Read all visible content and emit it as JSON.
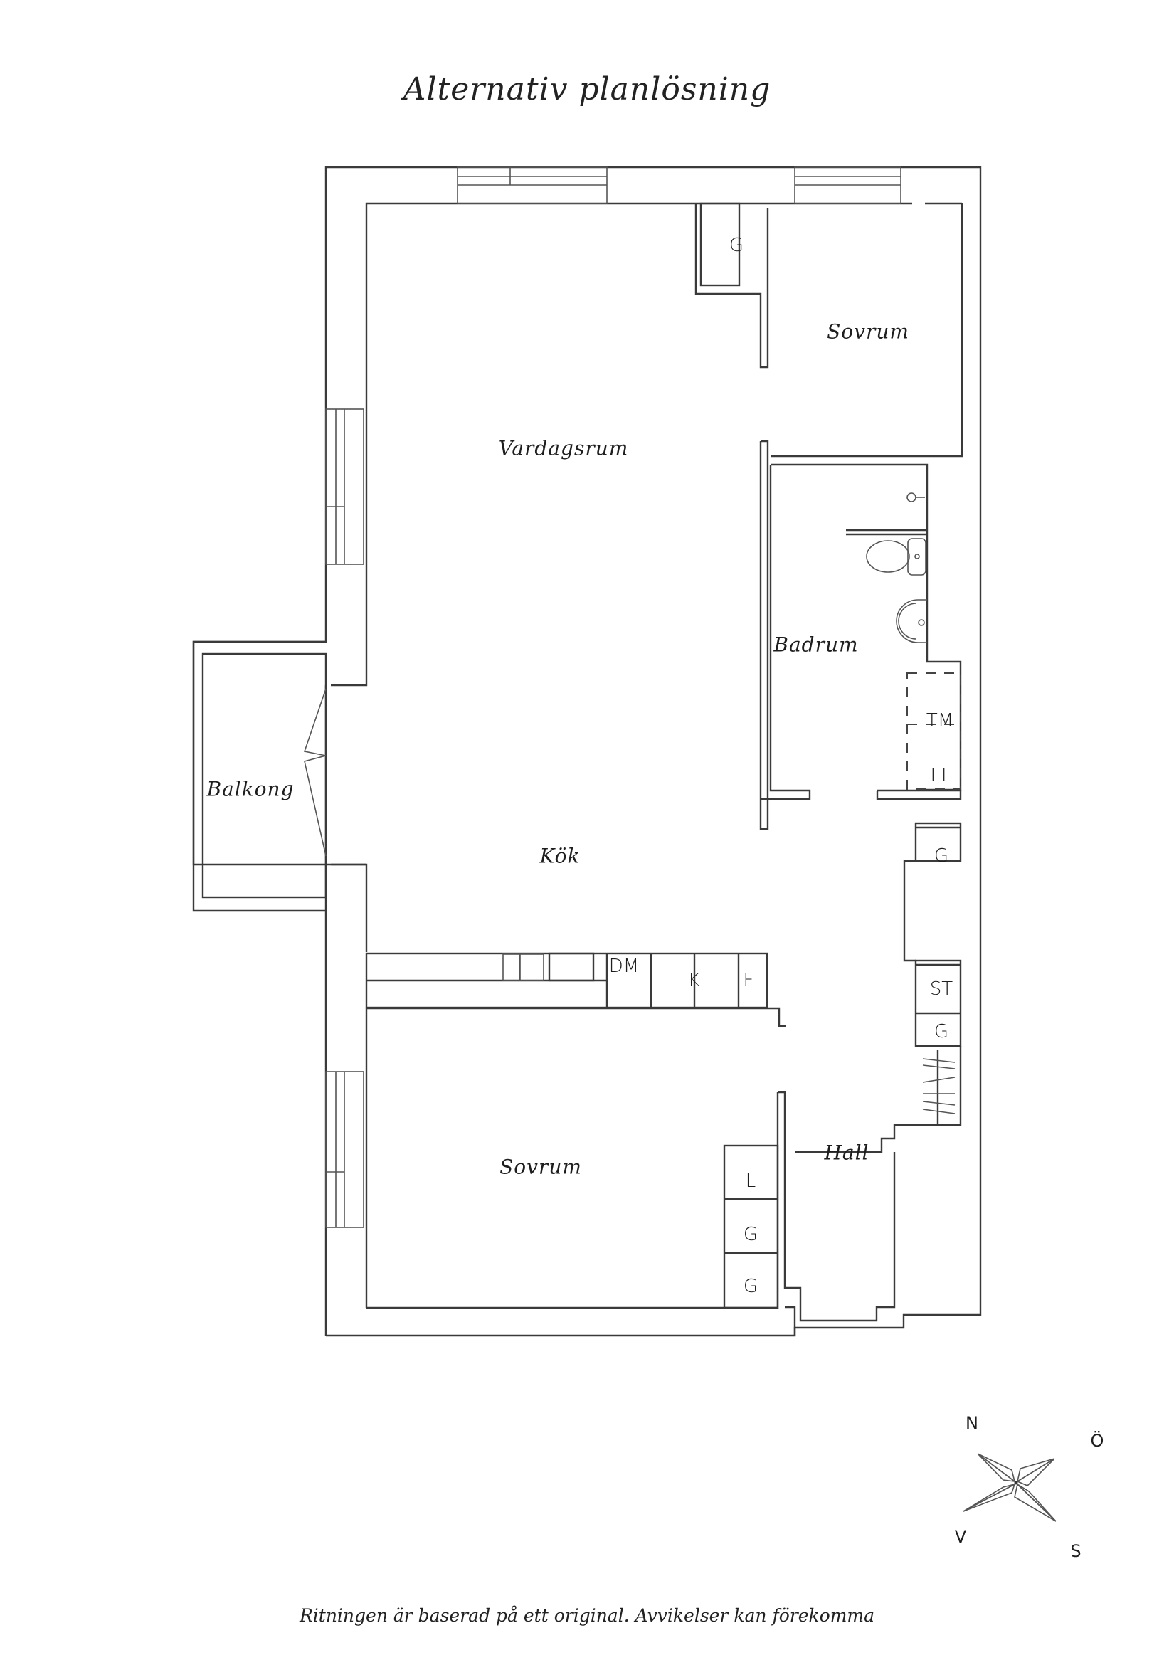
{
  "title": "Alternativ planlösning",
  "caption": "Ritningen är baserad på ett original. Avvikelser kan förekomma",
  "rooms": {
    "vardagsrum": "Vardagsrum",
    "sovrum_upper": "Sovrum",
    "badrum": "Badrum",
    "balkong": "Balkong",
    "kok": "Kök",
    "sovrum_lower": "Sovrum",
    "hall": "Hall"
  },
  "fixtures": {
    "g_upper": "G",
    "tm": "TM",
    "tt": "TT",
    "g_hall_top": "G",
    "dm": "DM",
    "k": "K",
    "f": "F",
    "st": "ST",
    "g_hall_mid": "G",
    "l": "L",
    "g_bed_1": "G",
    "g_bed_2": "G"
  },
  "compass": {
    "n": "N",
    "e": "Ö",
    "s": "S",
    "w": "V"
  }
}
